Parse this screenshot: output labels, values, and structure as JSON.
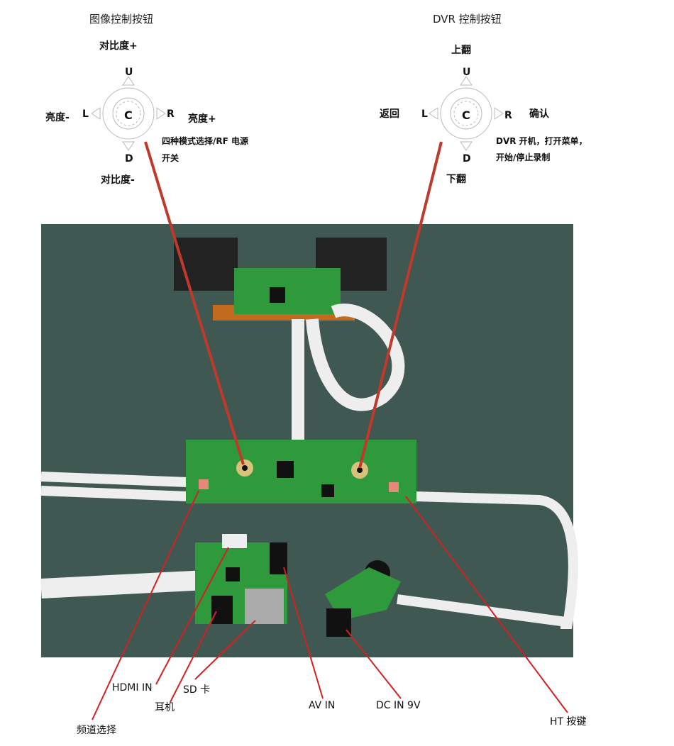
{
  "image_control": {
    "title": "图像控制按钮",
    "up_label": "对比度+",
    "down_label": "对比度-",
    "left_label": "亮度-",
    "right_label": "亮度+",
    "center_label": "四种模式选择/RF 电源",
    "center_label_2": "开关",
    "keys": {
      "u": "U",
      "d": "D",
      "l": "L",
      "r": "R",
      "c": "C"
    }
  },
  "dvr_control": {
    "title": "DVR 控制按钮",
    "up_label": "上翻",
    "down_label": "下翻",
    "left_label": "返回",
    "right_label": "确认",
    "center_label": "DVR 开机，打开菜单，",
    "center_label_2": "开始/停止录制",
    "keys": {
      "u": "U",
      "d": "D",
      "l": "L",
      "r": "R",
      "c": "C"
    }
  },
  "callouts": {
    "channel": "频道选择",
    "hdmi": "HDMI IN",
    "earphone": "耳机",
    "sd": "SD 卡",
    "av": "AV IN",
    "dc": "DC IN 9V",
    "ht": "HT 按键"
  },
  "colors": {
    "arrow": "#d42020",
    "pcb": "#2f9a3c",
    "background": "#3f5851"
  }
}
